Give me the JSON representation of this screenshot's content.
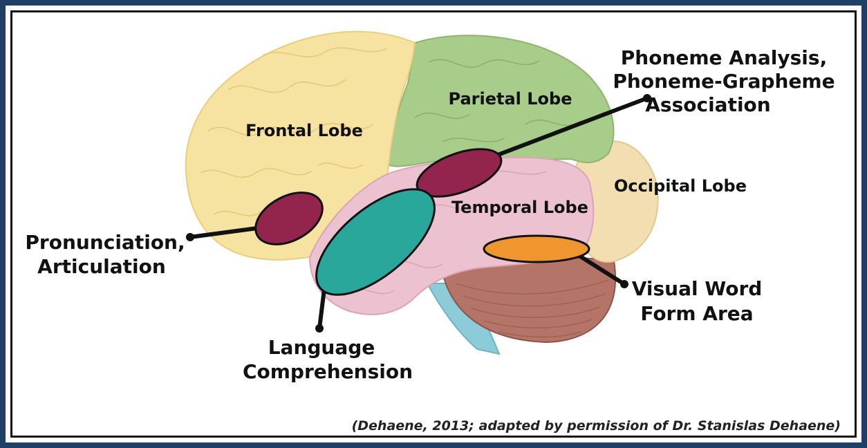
{
  "lobes": {
    "frontal": "Frontal Lobe",
    "parietal": "Parietal Lobe",
    "occipital": "Occipital Lobe",
    "temporal": "Temporal Lobe"
  },
  "callouts": {
    "phoneme_line1": "Phoneme Analysis,",
    "phoneme_line2": "Phoneme-Grapheme",
    "phoneme_line3": "Association",
    "pronunciation_line1": "Pronunciation,",
    "pronunciation_line2": "Articulation",
    "language_line1": "Language",
    "language_line2": "Comprehension",
    "visual_line1": "Visual Word",
    "visual_line2": "Form Area"
  },
  "citation": "(Dehaene, 2013; adapted by permission of Dr. Stanislas Dehaene)",
  "colors": {
    "frame_border": "#1f3f66",
    "frontal": "#f6e3a2",
    "parietal": "#a8cc8a",
    "occipital": "#f2deb0",
    "temporal": "#ecc2d0",
    "cerebellum": "#b57468",
    "brainstem": "#8ccbd8",
    "region_maroon": "#92244e",
    "region_teal": "#2aa79b",
    "region_orange": "#f0962f"
  }
}
